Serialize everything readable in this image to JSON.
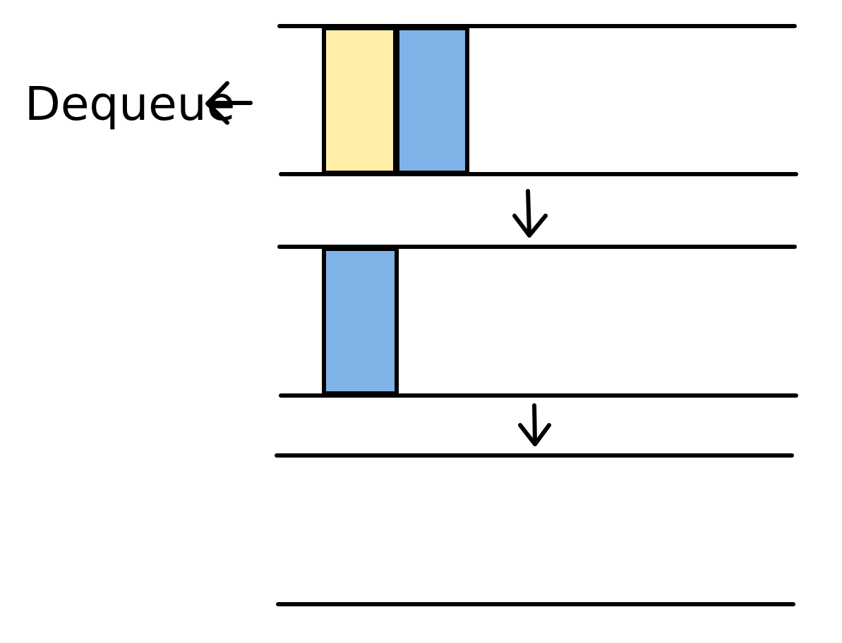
{
  "diagram": {
    "operation_label": "Dequeue",
    "colors": {
      "element_yellow": "#FFEEA8",
      "element_blue": "#7FB3E8",
      "outline": "#000000",
      "background": "#FFFFFF"
    },
    "states": [
      {
        "elements": [
          "yellow",
          "blue"
        ]
      },
      {
        "elements": [
          "blue"
        ]
      },
      {
        "elements": []
      }
    ]
  }
}
